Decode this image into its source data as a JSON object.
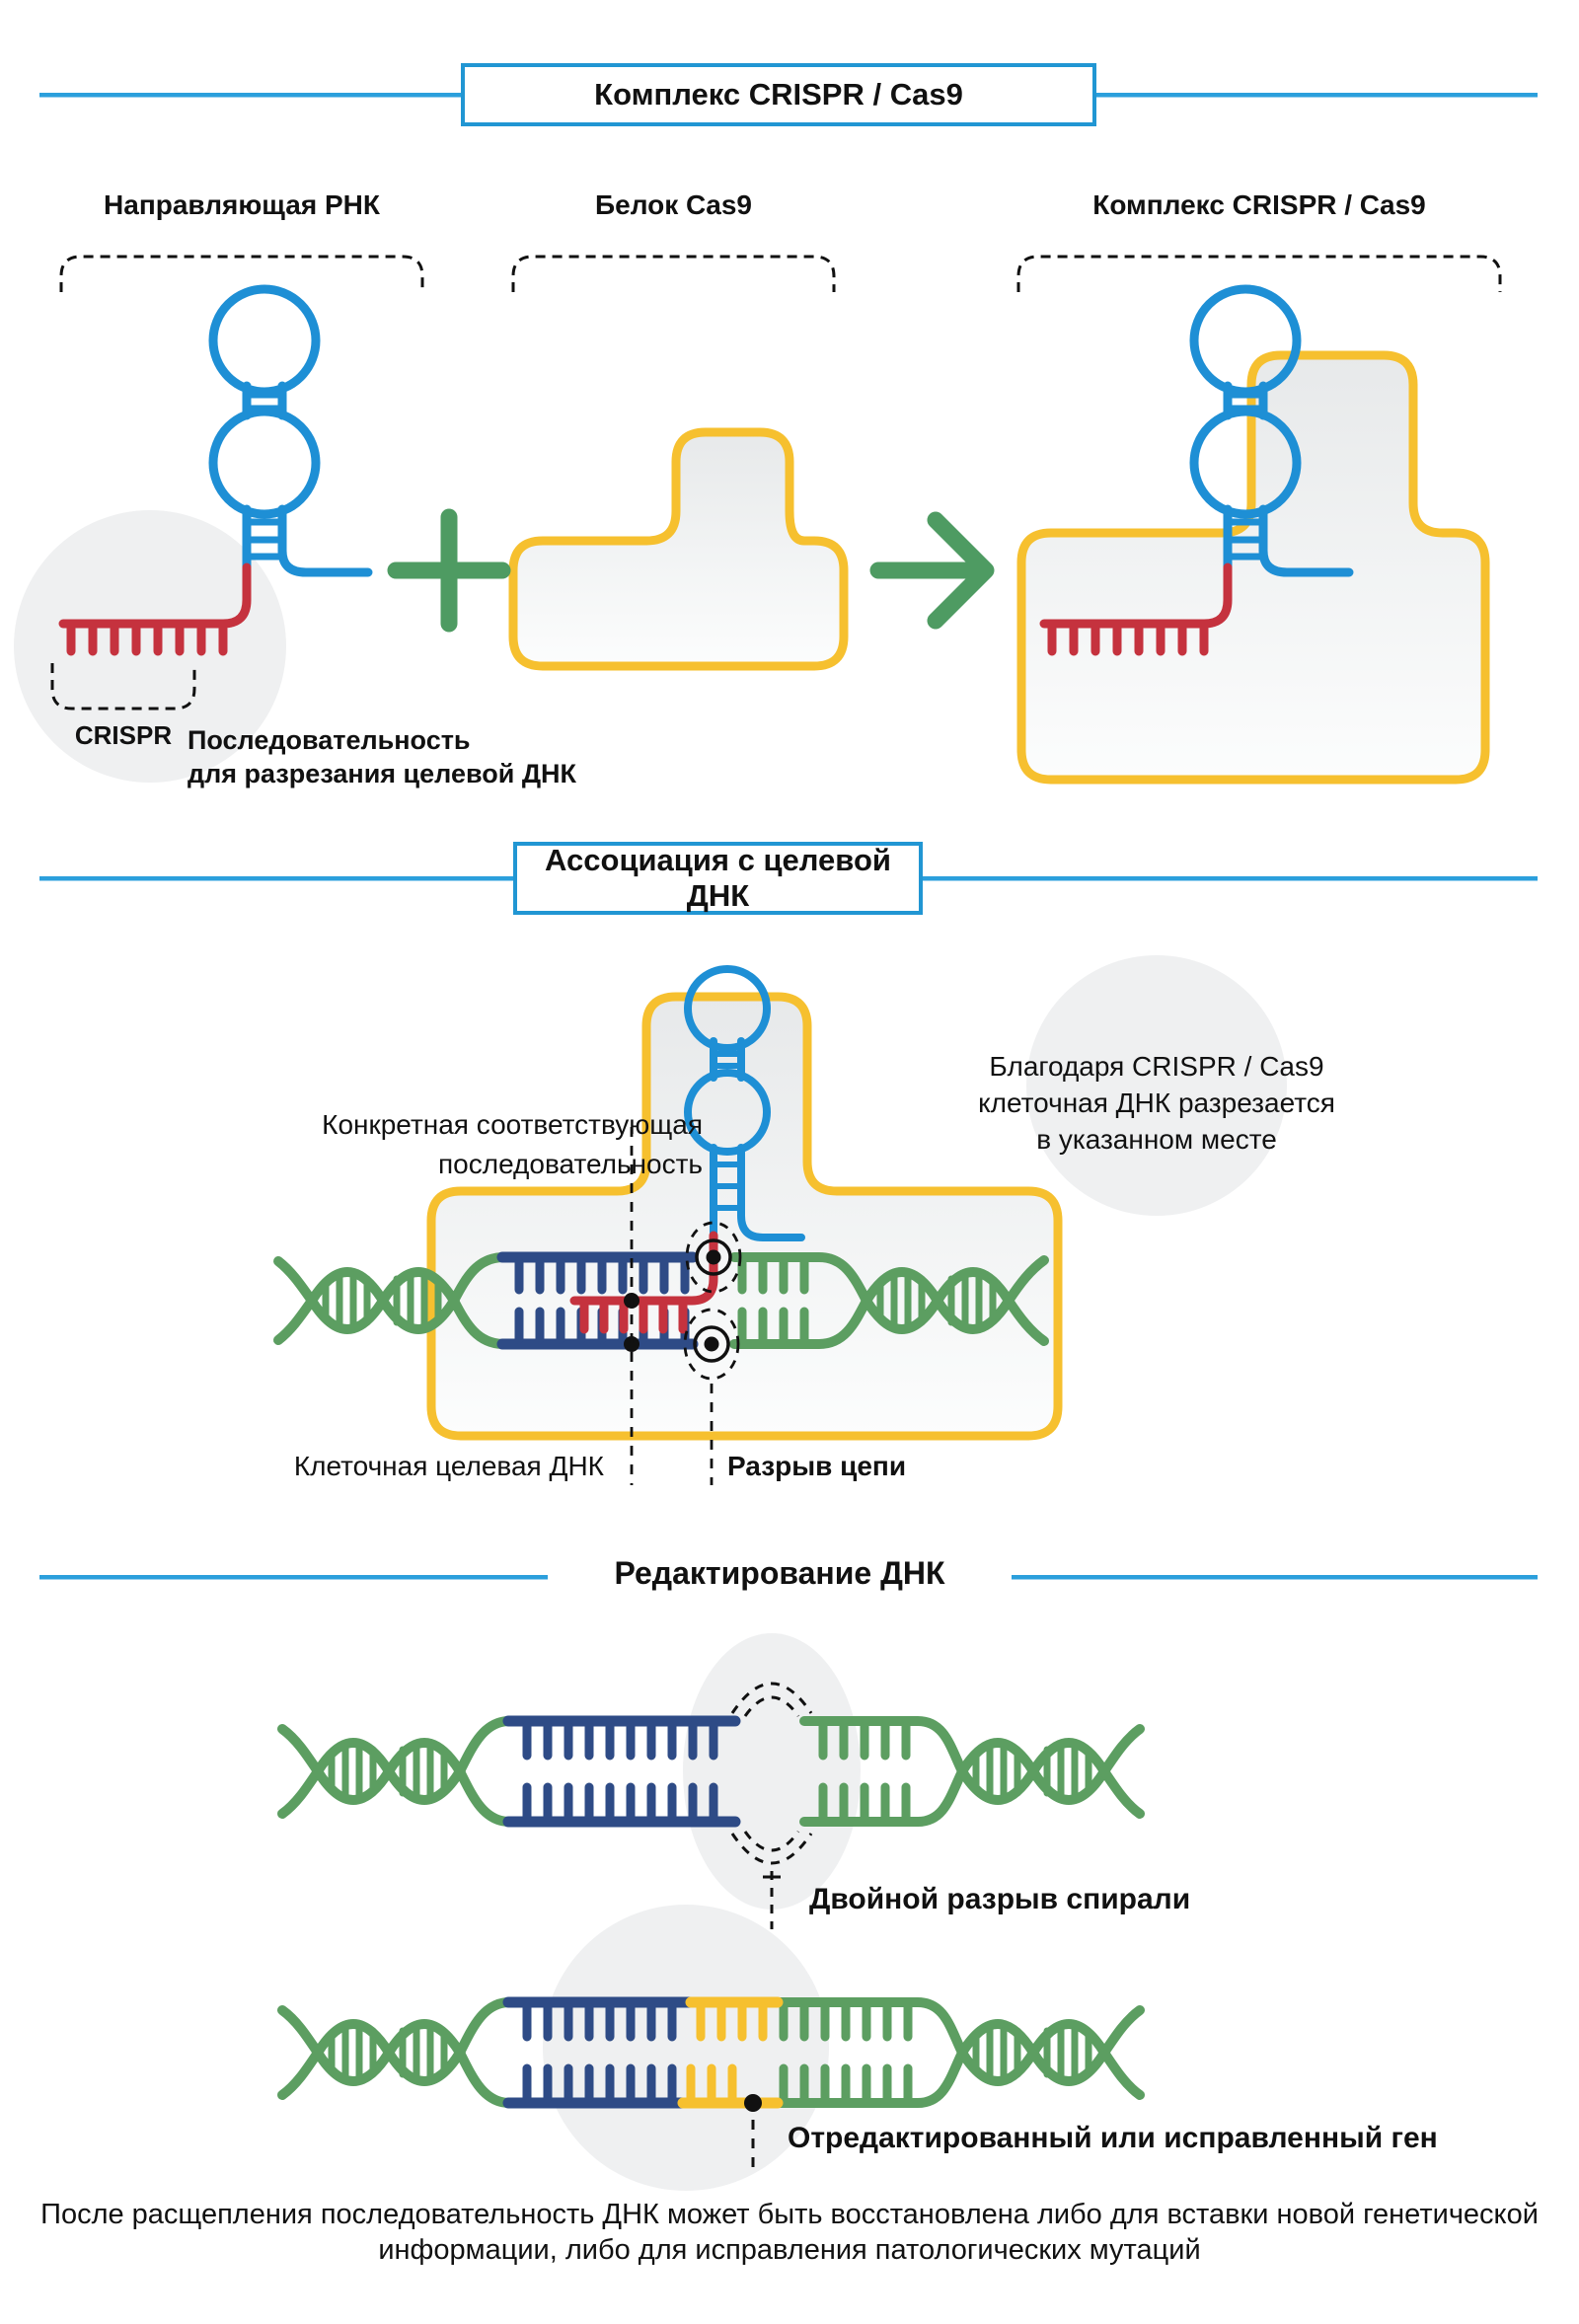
{
  "sections": {
    "complex": {
      "title": "Комплекс CRISPR / Cas9",
      "labels": {
        "guide_rna": "Направляющая РНК",
        "cas9_protein": "Белок Cas9",
        "complex": "Комплекс CRISPR / Cas9",
        "crispr": "CRISPR",
        "cut_sequence_line1": "Последовательность",
        "cut_sequence_line2": "для разрезания целевой ДНК"
      }
    },
    "association": {
      "title": "Ассоциация с целевой ДНК",
      "labels": {
        "matching_sequence_line1": "Конкретная соответствующая",
        "matching_sequence_line2": "последовательность",
        "note_line1": "Благодаря CRISPR / Cas9",
        "note_line2": "клеточная ДНК разрезается",
        "note_line3": "в указанном месте",
        "cellular_target_dna": "Клеточная целевая ДНК",
        "strand_break": "Разрыв цепи"
      }
    },
    "editing": {
      "title": "Редактирование ДНК",
      "labels": {
        "double_strand_break": "Двойной разрыв спирали",
        "edited_gene": "Отредактированный или исправленный ген"
      }
    }
  },
  "footer": {
    "line1": "После расщепления последовательность ДНК может быть восстановлена либо для вставки новой генетической",
    "line2": "информации, либо для исправления патологических мутаций"
  },
  "colors": {
    "accent_blue": "#2196D3",
    "rna_blue": "#1E8FD5",
    "protein_yellow": "#F6C02F",
    "crispr_red": "#C5323E",
    "plus_arrow_green": "#4E9B62",
    "dna_green": "#5C9E61",
    "dna_navy": "#2E4B86",
    "soft_gray": "#EFF0F1"
  }
}
